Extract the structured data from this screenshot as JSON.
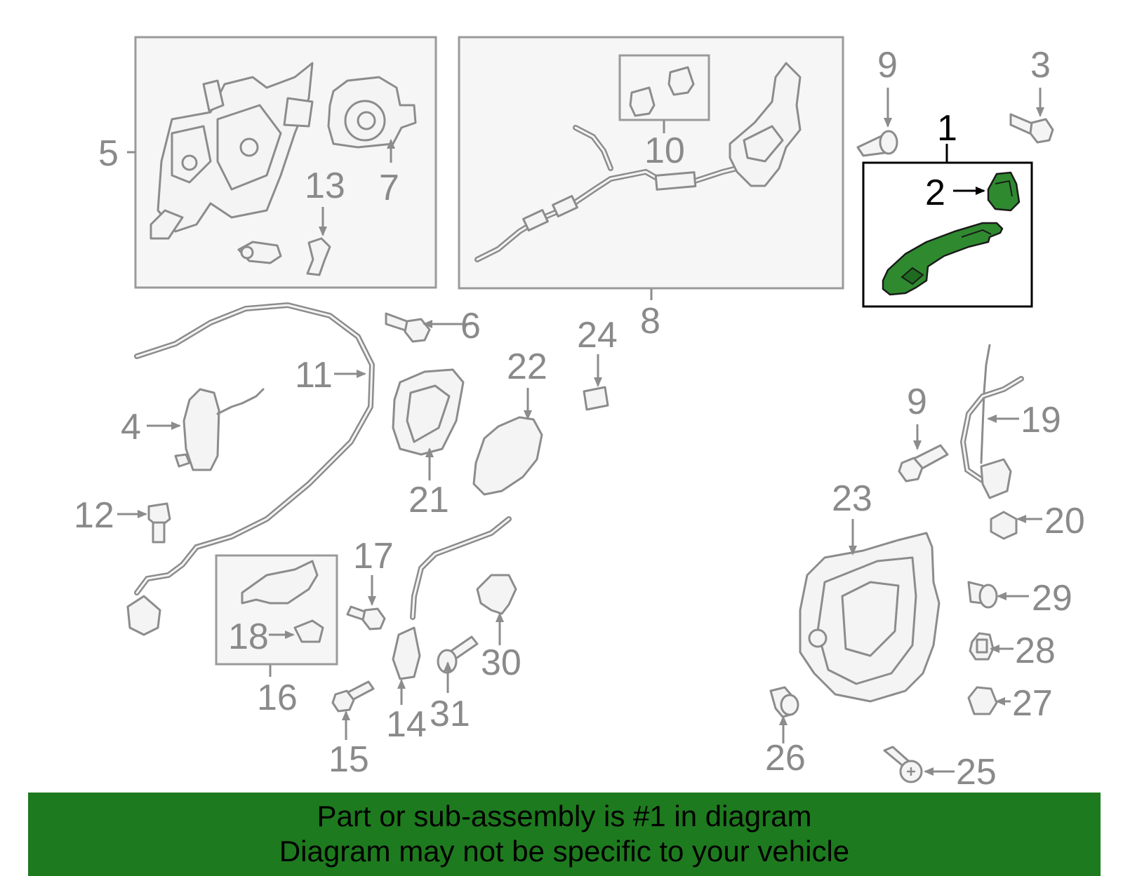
{
  "callouts": {
    "c1": "1",
    "c2": "2",
    "c3": "3",
    "c4": "4",
    "c5": "5",
    "c6": "6",
    "c7": "7",
    "c8": "8",
    "c9a": "9",
    "c9b": "9",
    "c10": "10",
    "c11": "11",
    "c12": "12",
    "c13": "13",
    "c14": "14",
    "c15": "15",
    "c16": "16",
    "c17": "17",
    "c18": "18",
    "c19": "19",
    "c20": "20",
    "c21": "21",
    "c22": "22",
    "c23": "23",
    "c24": "24",
    "c25": "25",
    "c26": "26",
    "c27": "27",
    "c28": "28",
    "c29": "29",
    "c30": "30",
    "c31": "31"
  },
  "highlight": {
    "part_number": "1",
    "color": "#2f8a2f"
  },
  "banner": {
    "line1": "Part or sub-assembly is #1 in diagram",
    "line2": "Diagram may not be specific to your vehicle",
    "background": "#1e7a1e"
  }
}
